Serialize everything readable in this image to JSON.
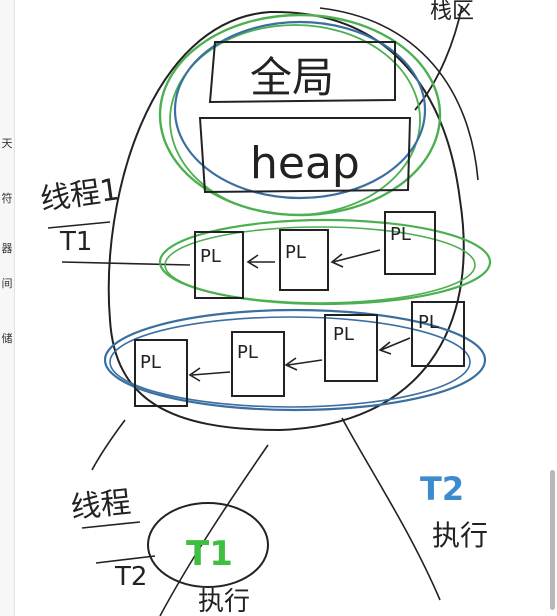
{
  "canvas": {
    "top_label": "栈区",
    "boxes": [
      "全局",
      "heap"
    ],
    "thread1_label": [
      "线程1",
      "T1"
    ],
    "frame_label": "PL",
    "thread2_label": [
      "线程",
      "T2"
    ],
    "t1_note": [
      "T1",
      "执行"
    ],
    "t2_note": [
      "T2",
      "执行"
    ]
  },
  "left_strip": [
    "天",
    "符",
    "器",
    "间",
    "储"
  ],
  "colors": {
    "ink": "#222222",
    "green": "#4caf50",
    "blue": "#3a6fa0",
    "t2_blue": "#3d8bcf",
    "t1_green": "#3fbf3f"
  }
}
